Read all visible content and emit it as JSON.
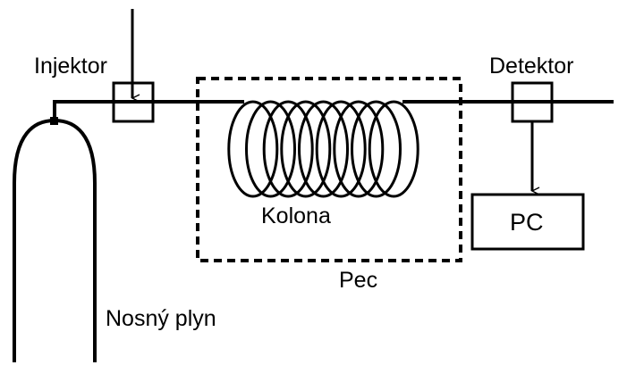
{
  "labels": {
    "injector": "Injektor",
    "detector": "Detektor",
    "column": "Kolona",
    "computer": "PC",
    "oven": "Pec",
    "carrier_gas": "Nosný plyn"
  },
  "colors": {
    "line": "#000000",
    "background": "#ffffff"
  }
}
